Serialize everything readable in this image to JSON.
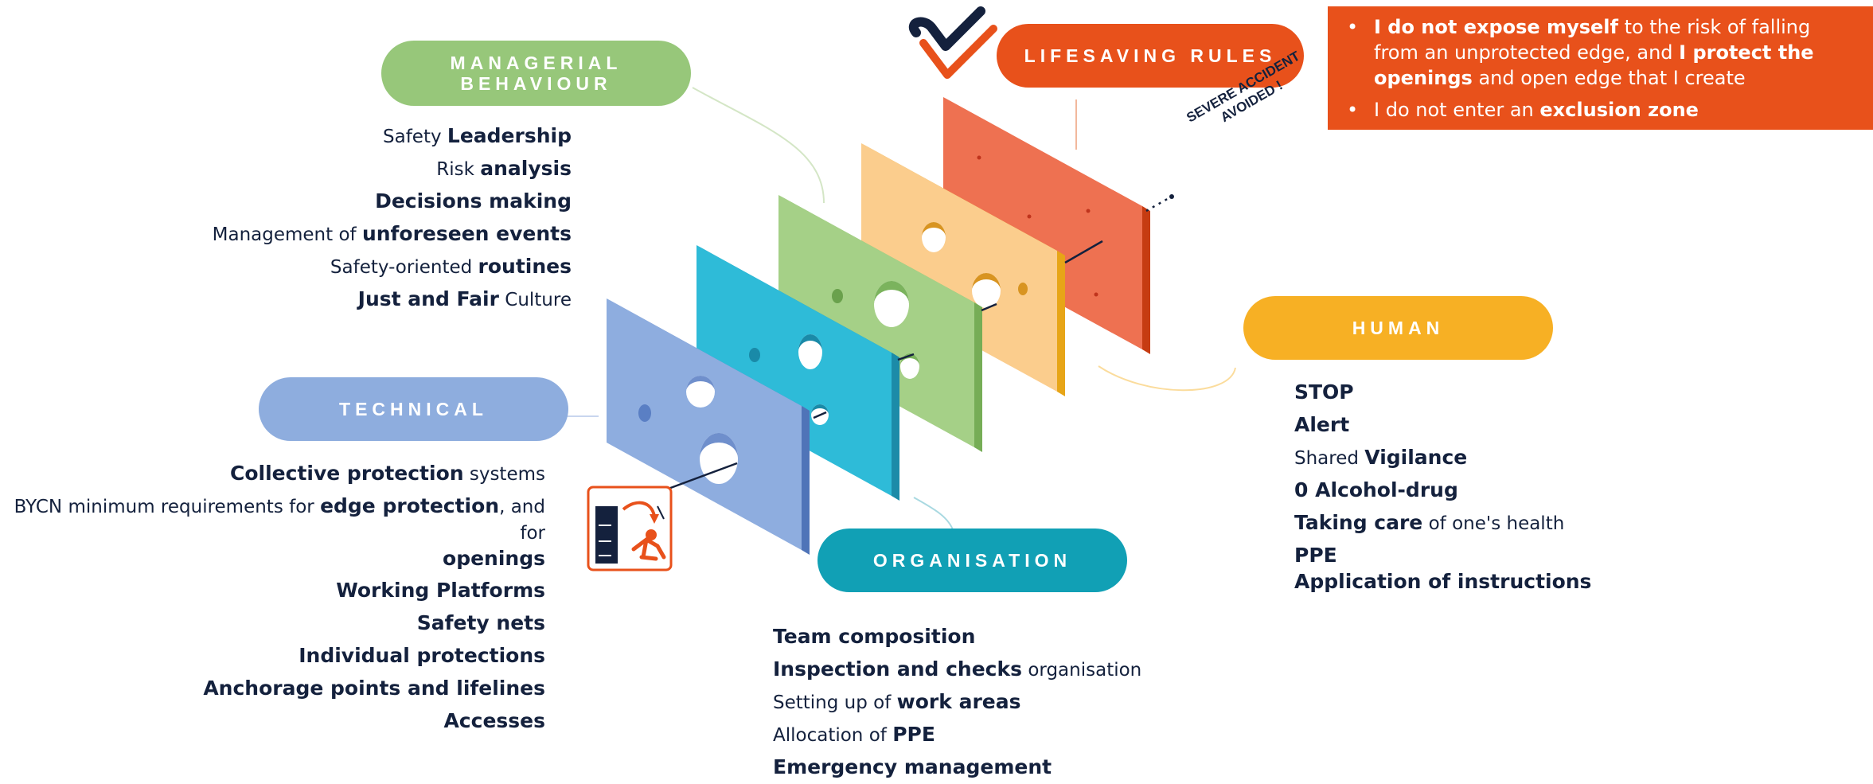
{
  "brand": {
    "logo": "check-heart-icon",
    "colors": {
      "managerial": "#97c77a",
      "lifesaving": "#e8511b",
      "technical": "#8eadde",
      "organisation": "#11a0b5",
      "human": "#f7b024",
      "text": "#14213d"
    }
  },
  "categories": {
    "managerial": {
      "label_line1": "MANAGERIAL",
      "label_line2": "BEHAVIOUR",
      "items": [
        {
          "pre": "Safety ",
          "bold": "Leadership",
          "post": ""
        },
        {
          "pre": "Risk ",
          "bold": "analysis",
          "post": ""
        },
        {
          "pre": "",
          "bold": "Decisions making",
          "post": ""
        },
        {
          "pre": "Management of ",
          "bold": "unforeseen events",
          "post": ""
        },
        {
          "pre": "Safety-oriented ",
          "bold": "routines",
          "post": ""
        },
        {
          "pre": "",
          "bold": "Just and Fair",
          "post": " Culture"
        }
      ]
    },
    "lifesaving": {
      "label": "LIFESAVING RULES",
      "rules": [
        {
          "b1": "I do not expose myself",
          "t1": " to the risk of falling from an unprotected edge, and ",
          "b2": "I protect the openings",
          "t2": " and open edge that I create"
        },
        {
          "b1": "",
          "t1": "I do not enter an ",
          "b2": "exclusion zone",
          "t2": ""
        }
      ]
    },
    "technical": {
      "label": "TECHNICAL",
      "items": [
        {
          "pre": "",
          "bold": "Collective protection",
          "post": " systems"
        },
        {
          "pre": "BYCN minimum requirements for ",
          "bold": "edge protection",
          "post": ", and for ",
          "bold2": "openings"
        },
        {
          "pre": "",
          "bold": "Working Platforms",
          "post": ""
        },
        {
          "pre": "",
          "bold": "Safety nets",
          "post": ""
        },
        {
          "pre": "",
          "bold": "Individual protections",
          "post": ""
        },
        {
          "pre": "",
          "bold": "Anchorage points and lifelines",
          "post": ""
        },
        {
          "pre": "",
          "bold": "Accesses",
          "post": ""
        }
      ]
    },
    "organisation": {
      "label": "ORGANISATION",
      "items": [
        {
          "pre": "",
          "bold": "Team composition",
          "post": ""
        },
        {
          "pre": "",
          "bold": "Inspection and checks",
          "post": " organisation"
        },
        {
          "pre": "Setting up of ",
          "bold": "work areas",
          "post": ""
        },
        {
          "pre": "Allocation of ",
          "bold": "PPE",
          "post": ""
        },
        {
          "pre": "",
          "bold": "Emergency management",
          "post": ""
        }
      ]
    },
    "human": {
      "label": "HUMAN",
      "items": [
        {
          "pre": "",
          "bold": "STOP",
          "post": ""
        },
        {
          "pre": "",
          "bold": "Alert",
          "post": ""
        },
        {
          "pre": "Shared ",
          "bold": "Vigilance",
          "post": ""
        },
        {
          "pre": "",
          "bold": "0 Alcohol-drug",
          "post": ""
        },
        {
          "pre": "",
          "bold": "Taking care",
          "post": " of one's health"
        },
        {
          "pre": "",
          "bold": "PPE",
          "post": ""
        },
        {
          "pre": "",
          "bold": "Application of instructions",
          "post": ""
        }
      ]
    }
  },
  "annotation": {
    "line1": "SEVERE ACCIDENT",
    "line2": "AVOIDED !"
  },
  "hazard_icon": "fall-from-height-warning-icon"
}
